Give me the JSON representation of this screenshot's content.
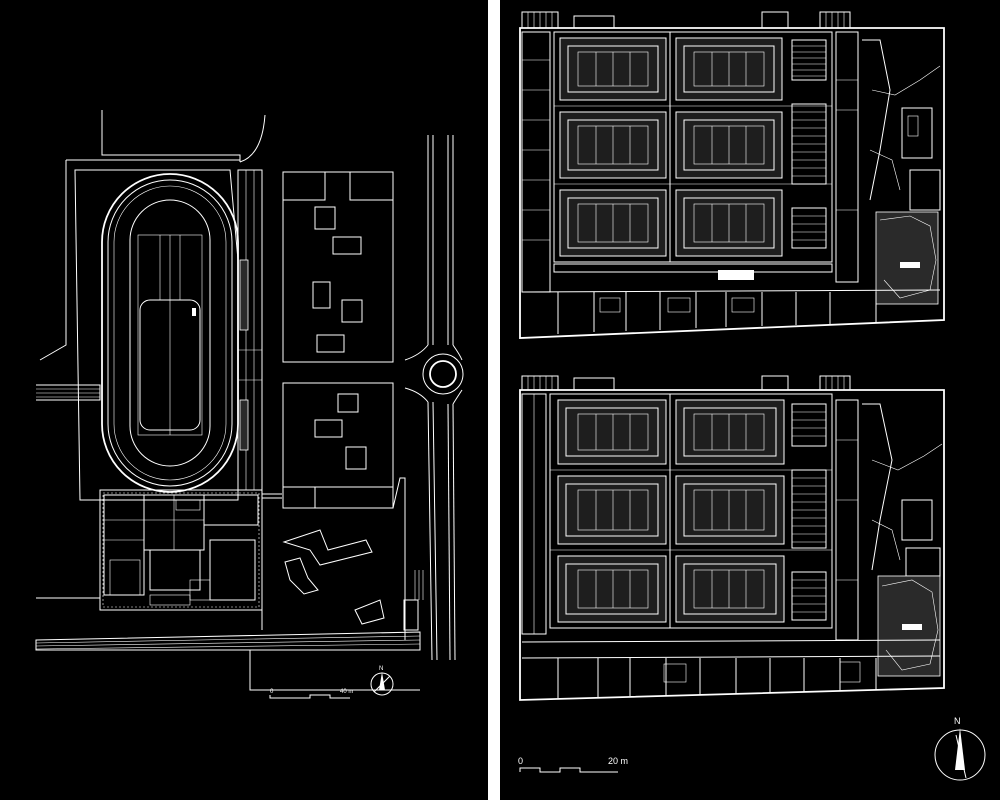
{
  "site_plan": {
    "scale_label": "40 m",
    "scale_zero": "0",
    "north_label": "N"
  },
  "floor_plans": {
    "scale_zero": "0",
    "scale_label": "20 m",
    "north_label": "N"
  }
}
